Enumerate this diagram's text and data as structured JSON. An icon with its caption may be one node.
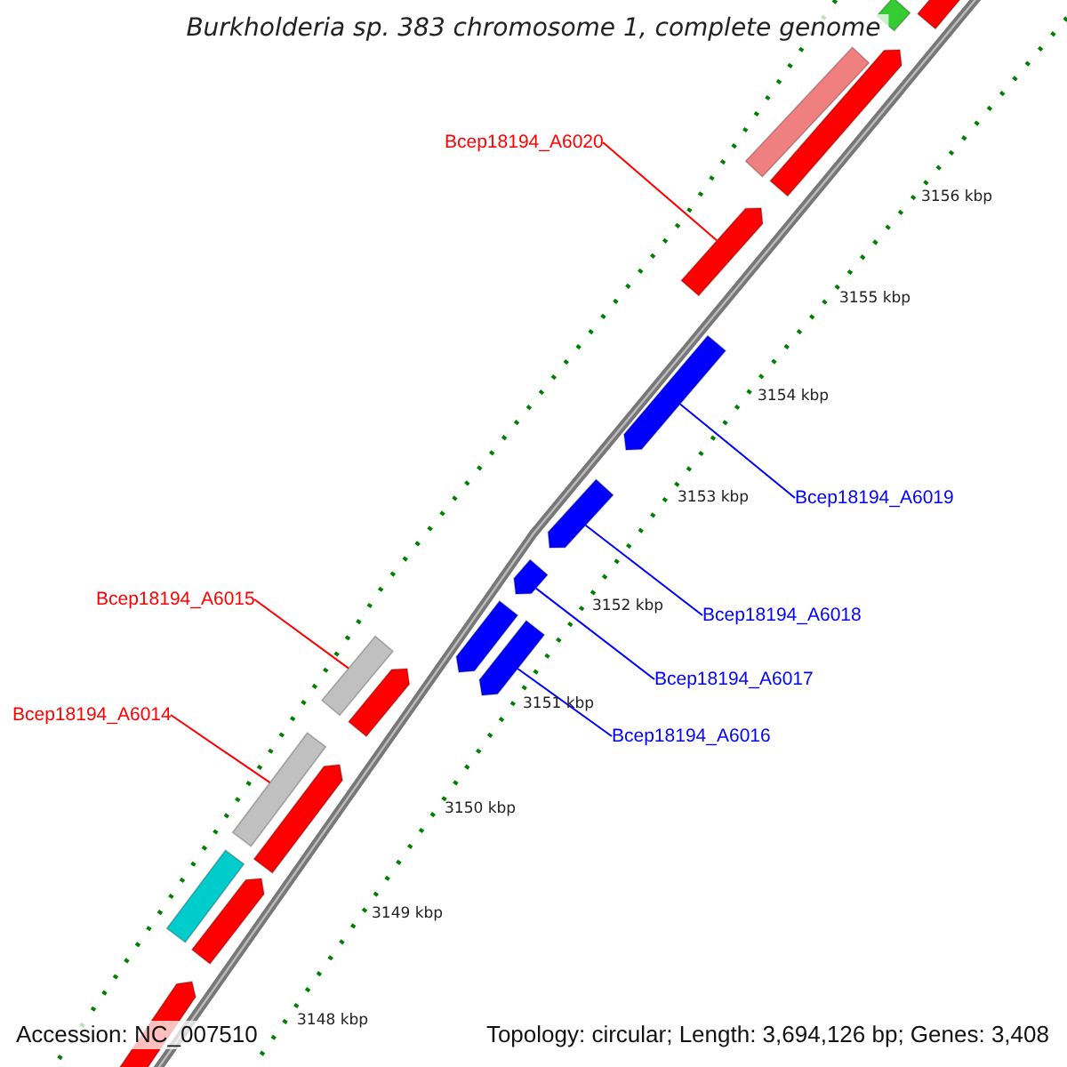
{
  "diagram": {
    "title": "Burkholderia sp. 383 chromosome 1, complete genome",
    "nodes": [
      {
        "text": [],
        "shape": "bar"
      },
      {
        "text": [],
        "shape": "arrow"
      },
      {
        "text": [],
        "shape": "arrow"
      },
      {
        "text": [],
        "shape": "bar"
      },
      {
        "text": [
          "Bcep18194_A6020"
        ]
      },
      {
        "text": [],
        "shape": "arrow"
      },
      {
        "text": [],
        "shape": "arrow"
      },
      {
        "text": [
          "Bcep18194_A6019"
        ]
      },
      {
        "text": [],
        "shape": "arrow"
      },
      {
        "text": [],
        "shape": "arrow"
      },
      {
        "text": [
          "Bcep18194_A6015"
        ]
      },
      {
        "text": [
          "Bcep18194_A6018"
        ]
      },
      {
        "text": [],
        "shape": "arrow"
      },
      {
        "text": [],
        "shape": "arrow"
      },
      {
        "text": [],
        "shape": "bar"
      },
      {
        "text": [],
        "shape": "arrow"
      },
      {
        "text": [
          "Bcep18194_A6017"
        ]
      },
      {
        "text": [
          "Bcep18194_A6014"
        ]
      },
      {
        "text": [
          "Bcep18194_A6016"
        ]
      },
      {
        "text": [],
        "shape": "bar"
      },
      {
        "text": [],
        "shape": "arrow"
      },
      {
        "text": [],
        "shape": "bar"
      },
      {
        "text": [],
        "shape": "arrow"
      },
      {
        "text": [],
        "shape": "arrow"
      }
    ],
    "edges": [
      {
        "from": 4,
        "to": 5,
        "arrow": "none",
        "color": "#ff0000"
      },
      {
        "from": 7,
        "to": 6,
        "arrow": "none"
      },
      {
        "from": 11,
        "to": 8,
        "arrow": "none"
      },
      {
        "from": 16,
        "to": 9,
        "arrow": "none"
      },
      {
        "from": 18,
        "to": 13,
        "arrow": "none"
      },
      {
        "from": 10,
        "to": 14,
        "arrow": "none",
        "color": "#ff0000"
      },
      {
        "from": 17,
        "to": 19,
        "arrow": "none",
        "color": "#ff0000"
      }
    ],
    "labels": [
      "3156 kbp",
      "3155 kbp",
      "3154 kbp",
      "3153 kbp",
      "3152 kbp",
      "3151 kbp",
      "3150 kbp",
      "3149 kbp",
      "3148 kbp",
      "Accession: NC_007510",
      "Topology: circular; Length: 3,694,126 bp; Genes: 3,408"
    ]
  }
}
